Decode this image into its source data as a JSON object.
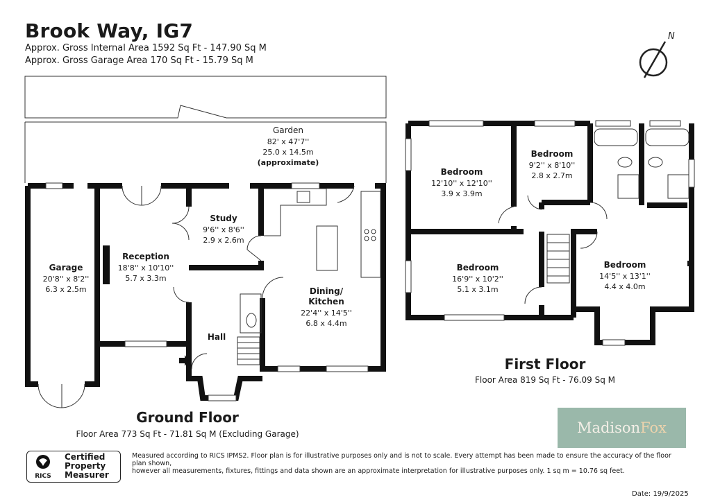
{
  "header": {
    "title": "Brook Way, IG7",
    "gross_internal_area": "Approx. Gross Internal Area 1592 Sq Ft - 147.90 Sq M",
    "gross_garage_area": "Approx. Gross Garage Area 170 Sq Ft - 15.79 Sq M"
  },
  "compass": {
    "label": "N"
  },
  "rooms": {
    "garden": {
      "name": "Garden",
      "imperial": "82' x 47'7''",
      "metric": "25.0 x 14.5m",
      "note": "(approximate)"
    },
    "garage": {
      "name": "Garage",
      "imperial": "20'8'' x 8'2''",
      "metric": "6.3 x 2.5m"
    },
    "reception": {
      "name": "Reception",
      "imperial": "18'8'' x 10'10''",
      "metric": "5.7 x 3.3m"
    },
    "study": {
      "name": "Study",
      "imperial": "9'6'' x 8'6''",
      "metric": "2.9 x 2.6m"
    },
    "dining_kitchen": {
      "name_line1": "Dining/",
      "name_line2": "Kitchen",
      "imperial": "22'4'' x 14'5''",
      "metric": "6.8 x 4.4m"
    },
    "hall": {
      "name": "Hall"
    },
    "bedroom1": {
      "name": "Bedroom",
      "imperial": "12'10'' x 12'10''",
      "metric": "3.9 x 3.9m"
    },
    "bedroom2": {
      "name": "Bedroom",
      "imperial": "9'2'' x 8'10''",
      "metric": "2.8 x 2.7m"
    },
    "bedroom3": {
      "name": "Bedroom",
      "imperial": "16'9'' x 10'2''",
      "metric": "5.1 x 3.1m"
    },
    "bedroom4": {
      "name": "Bedroom",
      "imperial": "14'5'' x 13'1''",
      "metric": "4.4 x 4.0m"
    }
  },
  "floors": {
    "ground": {
      "title": "Ground Floor",
      "area": "Floor Area 773 Sq Ft - 71.81 Sq M (Excluding Garage)"
    },
    "first": {
      "title": "First Floor",
      "area": "Floor Area 819 Sq Ft - 76.09 Sq M"
    }
  },
  "brand": {
    "name_part1": "Madison",
    "name_part2": "Fox",
    "color": "#9ab8aa"
  },
  "rics": {
    "mark": "RICS",
    "line1": "Certified",
    "line2": "Property",
    "line3": "Measurer"
  },
  "disclaimer": {
    "line1": "Measured according to RICS IPMS2. Floor plan is for illustrative purposes only and is not to scale. Every attempt has been made to ensure the accuracy of the floor plan shown,",
    "line2": "however all measurements, fixtures, fittings and data shown are an approximate interpretation for illustrative purposes only. 1 sq m = 10.76 sq feet."
  },
  "date": "Date: 19/9/2025"
}
